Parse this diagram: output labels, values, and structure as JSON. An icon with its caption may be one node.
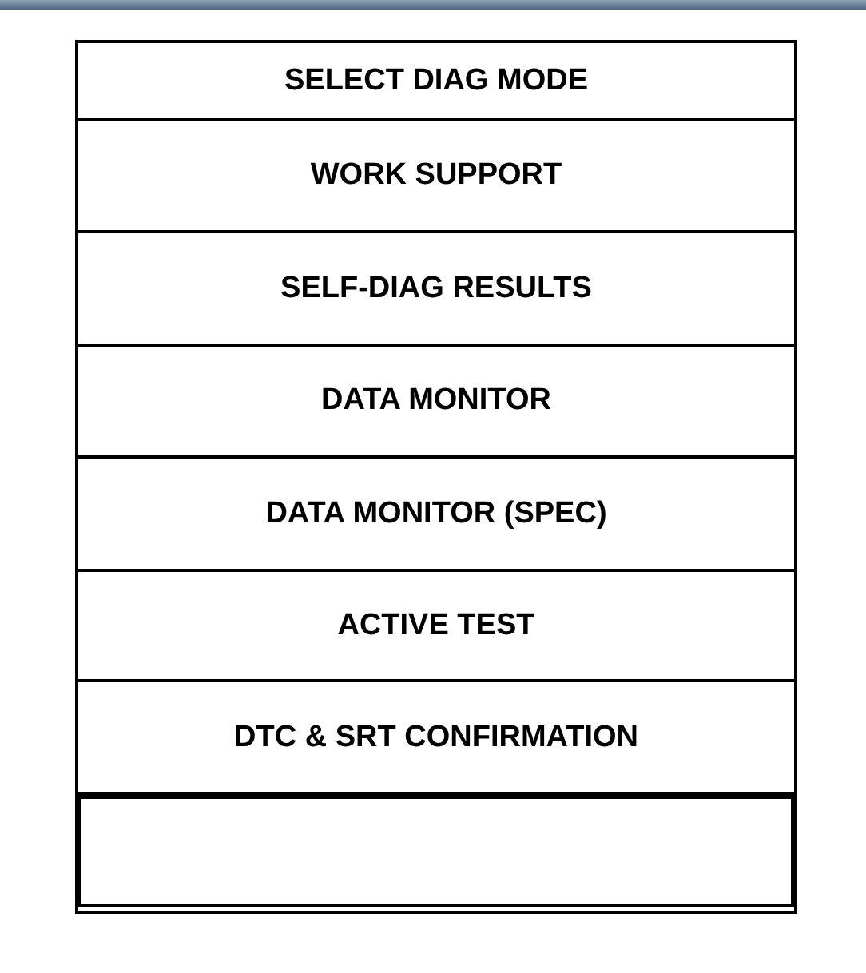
{
  "diagram": {
    "nodes": [
      {
        "text": [],
        "shape": "box"
      },
      {
        "text": [
          "SELECT DIAG MODE"
        ],
        "in": 0
      },
      {
        "text": [
          "WORK SUPPORT"
        ],
        "in": 0
      },
      {
        "text": [
          "SELF-DIAG RESULTS"
        ],
        "in": 0
      },
      {
        "text": [
          "DATA MONITOR"
        ],
        "in": 0
      },
      {
        "text": [
          "DATA MONITOR (SPEC)"
        ],
        "in": 0
      },
      {
        "text": [
          "ACTIVE TEST"
        ],
        "in": 0
      },
      {
        "text": [
          "DTC & SRT CONFIRMATION"
        ],
        "in": 0
      },
      {
        "text": [],
        "shape": "box",
        "in": 0
      }
    ]
  }
}
